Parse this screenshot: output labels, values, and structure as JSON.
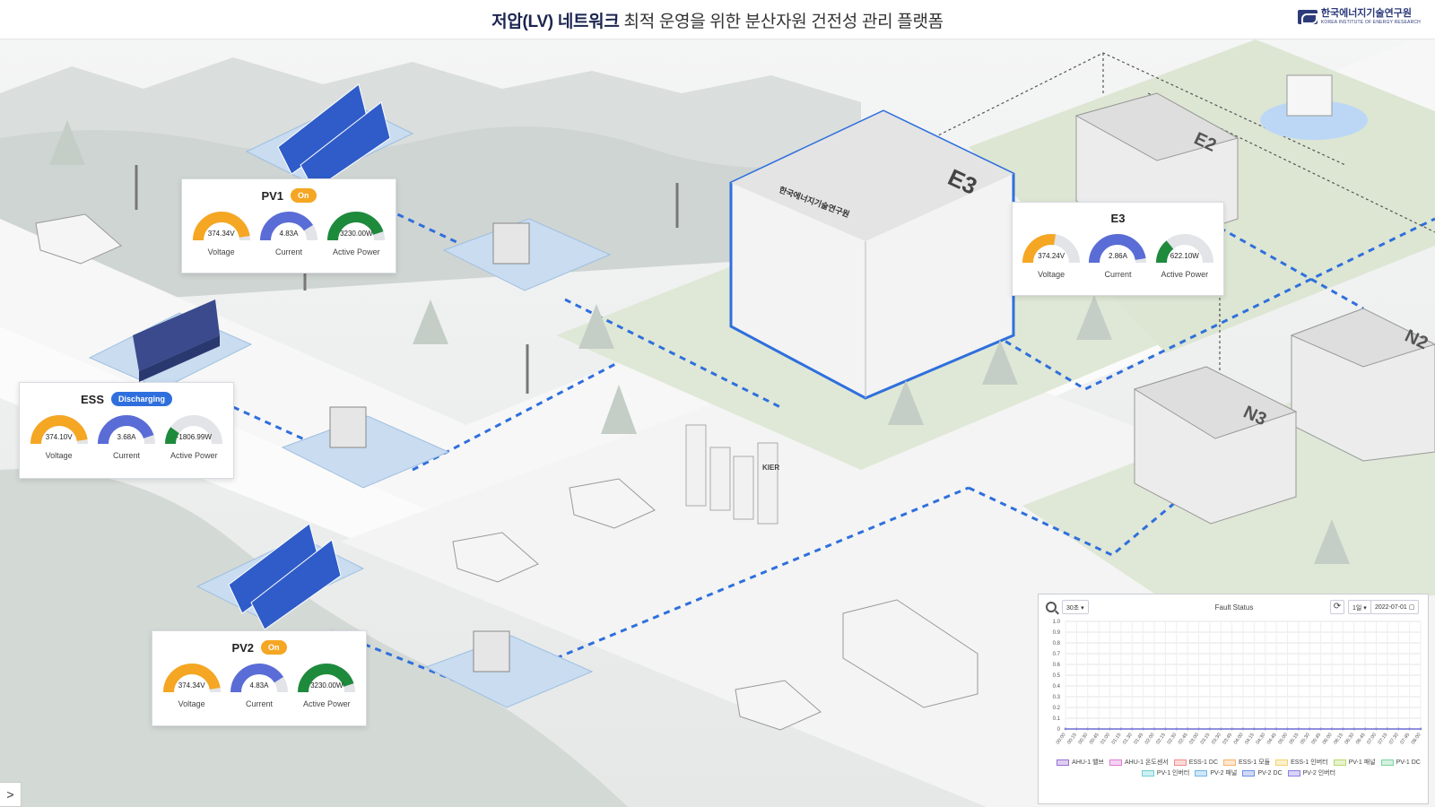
{
  "header": {
    "title_strong": "저압(LV) 네트워크",
    "title_rest": "최적 운영을 위한 분산자원 건전성 관리 플랫폼",
    "logo_kr": "한국에너지기술연구원",
    "logo_en": "KOREA INSTITUTE OF ENERGY RESEARCH"
  },
  "scene": {
    "labels": {
      "e3": "E3",
      "e2": "E2",
      "n2": "N2",
      "n3": "N3",
      "sign": "KIER",
      "building_sign": "한국에너지기술연구원"
    }
  },
  "cards": {
    "pv1": {
      "title": "PV1",
      "status": "On",
      "gauges": [
        {
          "label": "Voltage",
          "value": "374.34V",
          "fraction": 0.95,
          "color": "#f5a623"
        },
        {
          "label": "Current",
          "value": "4.83A",
          "fraction": 0.82,
          "color": "#5a6cd6"
        },
        {
          "label": "Active Power",
          "value": "3230.00W",
          "fraction": 0.9,
          "color": "#1e8a3c"
        }
      ]
    },
    "ess": {
      "title": "ESS",
      "status": "Discharging",
      "gauges": [
        {
          "label": "Voltage",
          "value": "374.10V",
          "fraction": 0.95,
          "color": "#f5a623"
        },
        {
          "label": "Current",
          "value": "3.68A",
          "fraction": 0.9,
          "color": "#5a6cd6"
        },
        {
          "label": "Active Power",
          "value": "-1806.99W",
          "fraction": 0.2,
          "color": "#1e8a3c"
        }
      ]
    },
    "pv2": {
      "title": "PV2",
      "status": "On",
      "gauges": [
        {
          "label": "Voltage",
          "value": "374.34V",
          "fraction": 0.95,
          "color": "#f5a623"
        },
        {
          "label": "Current",
          "value": "4.83A",
          "fraction": 0.82,
          "color": "#5a6cd6"
        },
        {
          "label": "Active Power",
          "value": "3230.00W",
          "fraction": 0.9,
          "color": "#1e8a3c"
        }
      ]
    },
    "e3": {
      "title": "E3",
      "status": "",
      "gauges": [
        {
          "label": "Voltage",
          "value": "374.24V",
          "fraction": 0.55,
          "color": "#f5a623"
        },
        {
          "label": "Current",
          "value": "2.86A",
          "fraction": 0.95,
          "color": "#5a6cd6"
        },
        {
          "label": "Active Power",
          "value": "622.10W",
          "fraction": 0.28,
          "color": "#1e8a3c"
        }
      ]
    }
  },
  "fault_panel": {
    "interval_select": "30초",
    "title": "Fault Status",
    "range_select": "1일",
    "date": "2022-07-01",
    "refresh_icon": "refresh-icon",
    "zoom_icon": "zoom-icon"
  },
  "chart_data": {
    "type": "line",
    "title": "Fault Status",
    "ylim": [
      0,
      1
    ],
    "yticks": [
      "0",
      "0.1",
      "0.2",
      "0.3",
      "0.4",
      "0.5",
      "0.6",
      "0.7",
      "0.8",
      "0.9",
      "1.0"
    ],
    "x": [
      "00:00",
      "00:15",
      "00:30",
      "00:45",
      "01:00",
      "01:15",
      "01:30",
      "01:45",
      "02:00",
      "02:15",
      "02:30",
      "02:45",
      "03:00",
      "03:15",
      "03:30",
      "03:45",
      "04:00",
      "04:15",
      "04:30",
      "04:45",
      "05:00",
      "05:15",
      "05:30",
      "05:45",
      "06:00",
      "06:15",
      "06:30",
      "06:45",
      "07:00",
      "07:15",
      "07:30",
      "07:45",
      "08:00"
    ],
    "grid": true,
    "legend": "bottom",
    "series": [
      {
        "name": "AHU-1 밸브",
        "color": "#9b6fd6",
        "values": [
          0,
          0,
          0,
          0,
          0,
          0,
          0,
          0,
          0,
          0,
          0,
          0,
          0,
          0,
          0,
          0,
          0,
          0,
          0,
          0,
          0,
          0,
          0,
          0,
          0,
          0,
          0,
          0,
          0,
          0,
          0,
          0,
          0
        ]
      },
      {
        "name": "AHU-1 온도센서",
        "color": "#e27ad6",
        "values": [
          0,
          0,
          0,
          0,
          0,
          0,
          0,
          0,
          0,
          0,
          0,
          0,
          0,
          0,
          0,
          0,
          0,
          0,
          0,
          0,
          0,
          0,
          0,
          0,
          0,
          0,
          0,
          0,
          0,
          0,
          0,
          0,
          0
        ]
      },
      {
        "name": "ESS-1 DC",
        "color": "#f28c8c",
        "values": [
          0,
          0,
          0,
          0,
          0,
          0,
          0,
          0,
          0,
          0,
          0,
          0,
          0,
          0,
          0,
          0,
          0,
          0,
          0,
          0,
          0,
          0,
          0,
          0,
          0,
          0,
          0,
          0,
          0,
          0,
          0,
          0,
          0
        ]
      },
      {
        "name": "ESS-1 모듈",
        "color": "#f5b36b",
        "values": [
          0,
          0,
          0,
          0,
          0,
          0,
          0,
          0,
          0,
          0,
          0,
          0,
          0,
          0,
          0,
          0,
          0,
          0,
          0,
          0,
          0,
          0,
          0,
          0,
          0,
          0,
          0,
          0,
          0,
          0,
          0,
          0,
          0
        ]
      },
      {
        "name": "ESS-1 인버터",
        "color": "#f2d36b",
        "values": [
          0,
          0,
          0,
          0,
          0,
          0,
          0,
          0,
          0,
          0,
          0,
          0,
          0,
          0,
          0,
          0,
          0,
          0,
          0,
          0,
          0,
          0,
          0,
          0,
          0,
          0,
          0,
          0,
          0,
          0,
          0,
          0,
          0
        ]
      },
      {
        "name": "PV-1 패널",
        "color": "#b7d96b",
        "values": [
          0,
          0,
          0,
          0,
          0,
          0,
          0,
          0,
          0,
          0,
          0,
          0,
          0,
          0,
          0,
          0,
          0,
          0,
          0,
          0,
          0,
          0,
          0,
          0,
          0,
          0,
          0,
          0,
          0,
          0,
          0,
          0,
          0
        ]
      },
      {
        "name": "PV-1 DC",
        "color": "#7bd6a0",
        "values": [
          0,
          0,
          0,
          0,
          0,
          0,
          0,
          0,
          0,
          0,
          0,
          0,
          0,
          0,
          0,
          0,
          0,
          0,
          0,
          0,
          0,
          0,
          0,
          0,
          0,
          0,
          0,
          0,
          0,
          0,
          0,
          0,
          0
        ]
      },
      {
        "name": "PV-1 인버터",
        "color": "#6fcfd6",
        "values": [
          0,
          0,
          0,
          0,
          0,
          0,
          0,
          0,
          0,
          0,
          0,
          0,
          0,
          0,
          0,
          0,
          0,
          0,
          0,
          0,
          0,
          0,
          0,
          0,
          0,
          0,
          0,
          0,
          0,
          0,
          0,
          0,
          0
        ]
      },
      {
        "name": "PV-2 패널",
        "color": "#6fb6e8",
        "values": [
          0,
          0,
          0,
          0,
          0,
          0,
          0,
          0,
          0,
          0,
          0,
          0,
          0,
          0,
          0,
          0,
          0,
          0,
          0,
          0,
          0,
          0,
          0,
          0,
          0,
          0,
          0,
          0,
          0,
          0,
          0,
          0,
          0
        ]
      },
      {
        "name": "PV-2 DC",
        "color": "#6f8fe8",
        "values": [
          0,
          0,
          0,
          0,
          0,
          0,
          0,
          0,
          0,
          0,
          0,
          0,
          0,
          0,
          0,
          0,
          0,
          0,
          0,
          0,
          0,
          0,
          0,
          0,
          0,
          0,
          0,
          0,
          0,
          0,
          0,
          0,
          0
        ]
      },
      {
        "name": "PV-2 인버터",
        "color": "#8a7ee8",
        "values": [
          0,
          0,
          0,
          0,
          0,
          0,
          0,
          0,
          0,
          0,
          0,
          0,
          0,
          0,
          0,
          0,
          0,
          0,
          0,
          0,
          0,
          0,
          0,
          0,
          0,
          0,
          0,
          0,
          0,
          0,
          0,
          0,
          0
        ]
      }
    ]
  },
  "side_toggle": {
    "label": ">"
  }
}
